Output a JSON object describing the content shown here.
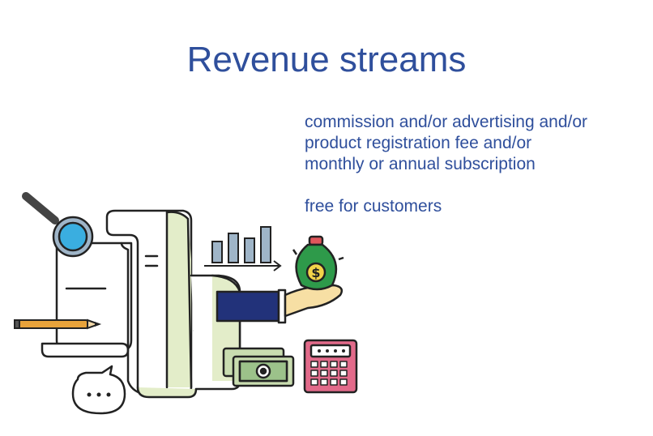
{
  "slide": {
    "title": "Revenue streams",
    "lines": [
      "commission and/or advertising and/or",
      "product registration fee and/or",
      "monthly or annual subscription"
    ],
    "free_note": "free for customers"
  },
  "colors": {
    "title": "#2f4f9c",
    "text": "#2f4f9c",
    "scroll_green": "#e3edc9",
    "magnifier_lens": "#3aaee0",
    "bag_green": "#2e9a4a",
    "sleeve": "#22327a",
    "calculator": "#e26a8a"
  },
  "icons": [
    "magnifier-icon",
    "receipt-scroll-icon",
    "bar-chart-icon",
    "money-bag-icon",
    "hand-icon",
    "pencil-icon",
    "banknotes-icon",
    "calculator-icon",
    "speech-bubble-icon"
  ]
}
